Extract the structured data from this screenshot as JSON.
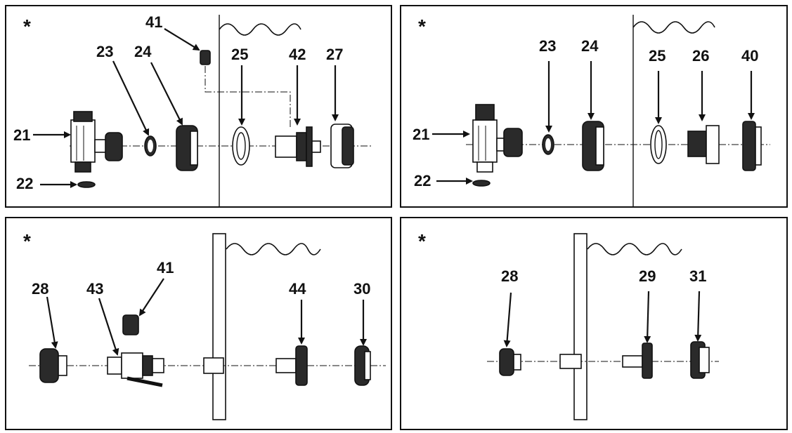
{
  "panels": [
    {
      "marker": "*",
      "labels": {
        "a": "41",
        "b": "23",
        "c": "24",
        "d": "25",
        "e": "42",
        "f": "27",
        "g": "21",
        "h": "22"
      }
    },
    {
      "marker": "*",
      "labels": {
        "a": "23",
        "b": "24",
        "c": "25",
        "d": "26",
        "e": "40",
        "f": "21",
        "g": "22"
      }
    },
    {
      "marker": "*",
      "labels": {
        "a": "41",
        "b": "28",
        "c": "43",
        "d": "44",
        "e": "30"
      }
    },
    {
      "marker": "*",
      "labels": {
        "a": "28",
        "b": "29",
        "c": "31"
      }
    }
  ],
  "icons": [
    "arrow-icon",
    "wave-icon",
    "valve-icon",
    "nut-icon",
    "gasket-icon",
    "strainer-icon",
    "fitting-icon"
  ]
}
